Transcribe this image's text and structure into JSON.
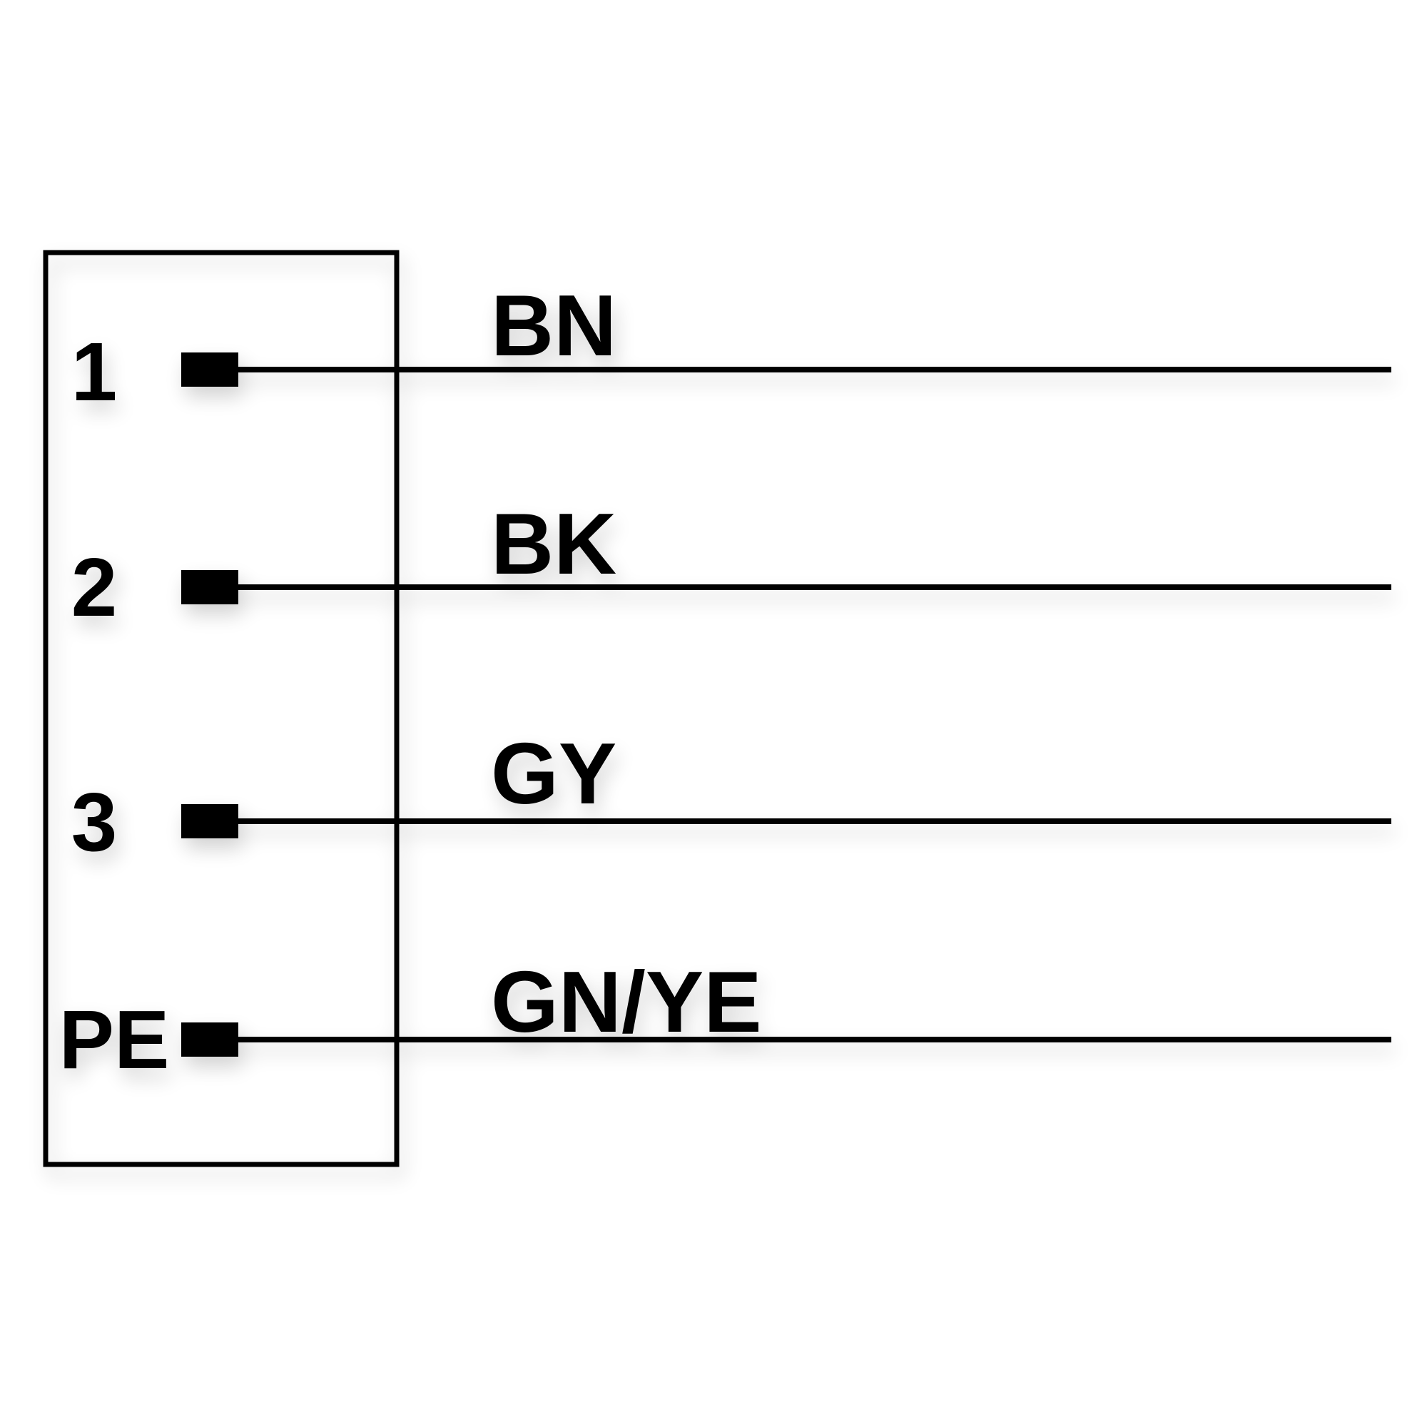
{
  "diagram": {
    "pins": [
      {
        "label": "1",
        "wire_color": "BN"
      },
      {
        "label": "2",
        "wire_color": "BK"
      },
      {
        "label": "3",
        "wire_color": "GY"
      },
      {
        "label": "PE",
        "wire_color": "GN/YE"
      }
    ],
    "line_color": "#000000",
    "background_color": "#ffffff"
  }
}
